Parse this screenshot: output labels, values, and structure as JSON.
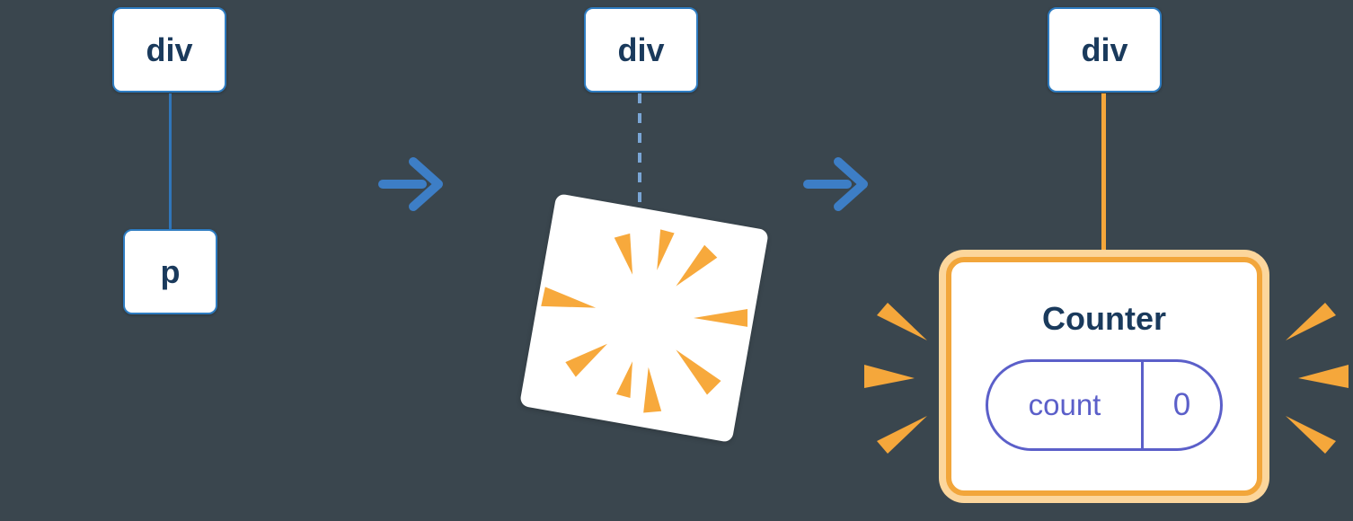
{
  "diagram": {
    "step1": {
      "root": "div",
      "child": "p"
    },
    "step2": {
      "root": "div"
    },
    "step3": {
      "root": "div",
      "title": "Counter",
      "state_key": "count",
      "state_value": "0"
    }
  },
  "icons": {
    "arrow": "right-arrow",
    "poof": "poof-burst",
    "sparkle_left": "sparkle-burst-left",
    "sparkle_right": "sparkle-burst-right"
  },
  "colors": {
    "background": "#3a464e",
    "node_fill": "#ffffff",
    "node_border": "#2e7cc1",
    "node_text": "#1a3a5c",
    "edge_solid": "#3076ba",
    "edge_dashed": "#7aa6d6",
    "arrow": "#3d7ec6",
    "orange": "#f5a73b",
    "orange_ring_light": "#fcd69c",
    "purple": "#5b5fc9"
  }
}
